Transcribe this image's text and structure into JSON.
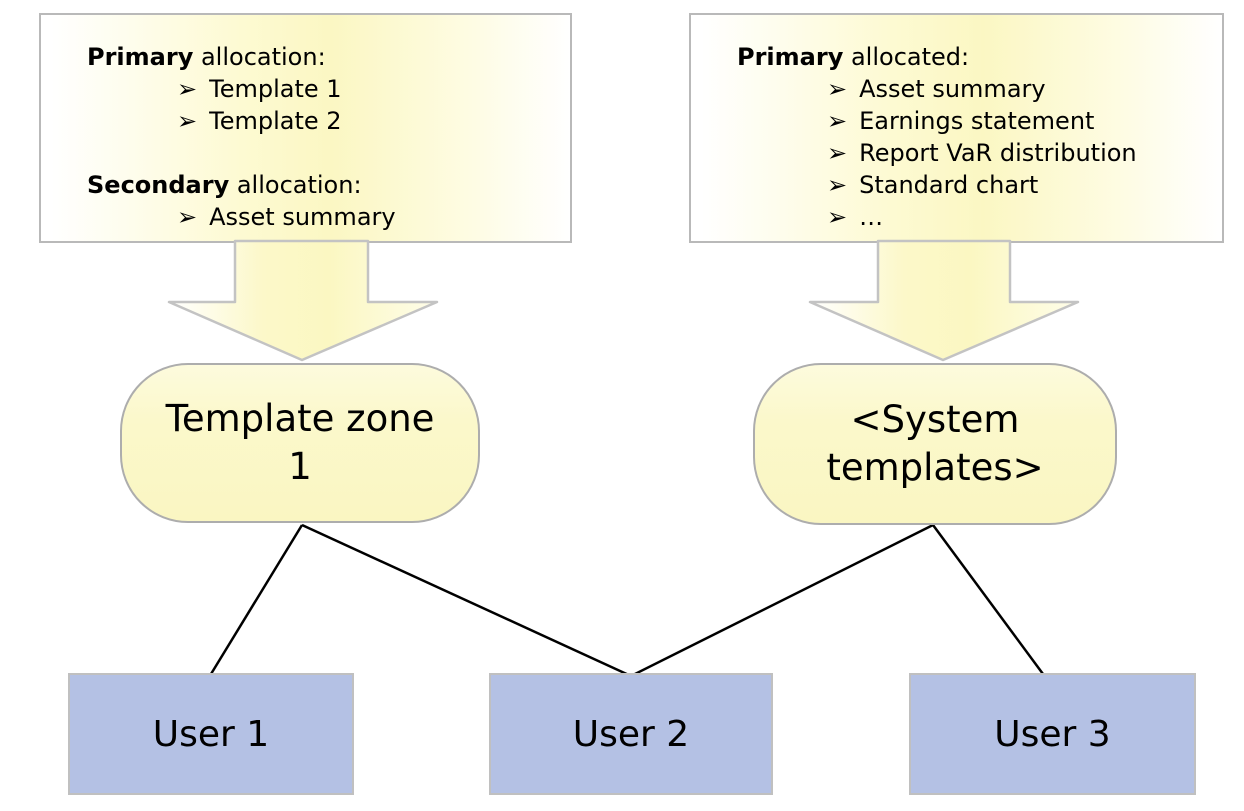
{
  "diagram": {
    "bullet_char": "➢",
    "callouts": [
      {
        "id": "left",
        "sections": [
          {
            "bold": "Primary",
            "rest": " allocation:",
            "items": [
              "Template 1",
              "Template 2"
            ]
          },
          {
            "bold": "Secondary",
            "rest": " allocation:",
            "items": [
              "Asset summary"
            ]
          }
        ]
      },
      {
        "id": "right",
        "sections": [
          {
            "bold": "Primary",
            "rest": " allocated:",
            "items": [
              "Asset summary",
              "Earnings statement",
              "Report VaR distribution",
              "Standard chart",
              "…"
            ]
          }
        ]
      }
    ],
    "shapes": [
      {
        "label": "Template zone 1"
      },
      {
        "label": "<System templates>"
      }
    ],
    "users": [
      {
        "label": "User 1"
      },
      {
        "label": "User 2"
      },
      {
        "label": "User 3"
      }
    ],
    "connections": [
      "Template zone 1 → User 1",
      "Template zone 1 → User 2",
      "<System templates> → User 2",
      "<System templates> → User 3"
    ],
    "colors": {
      "callout_yellow": "#fbf7c3",
      "shape_yellow": "#fbf8cb",
      "user_blue": "#b4c1e4",
      "border_gray": "#b9b9b9",
      "connector_black": "#000000"
    }
  }
}
